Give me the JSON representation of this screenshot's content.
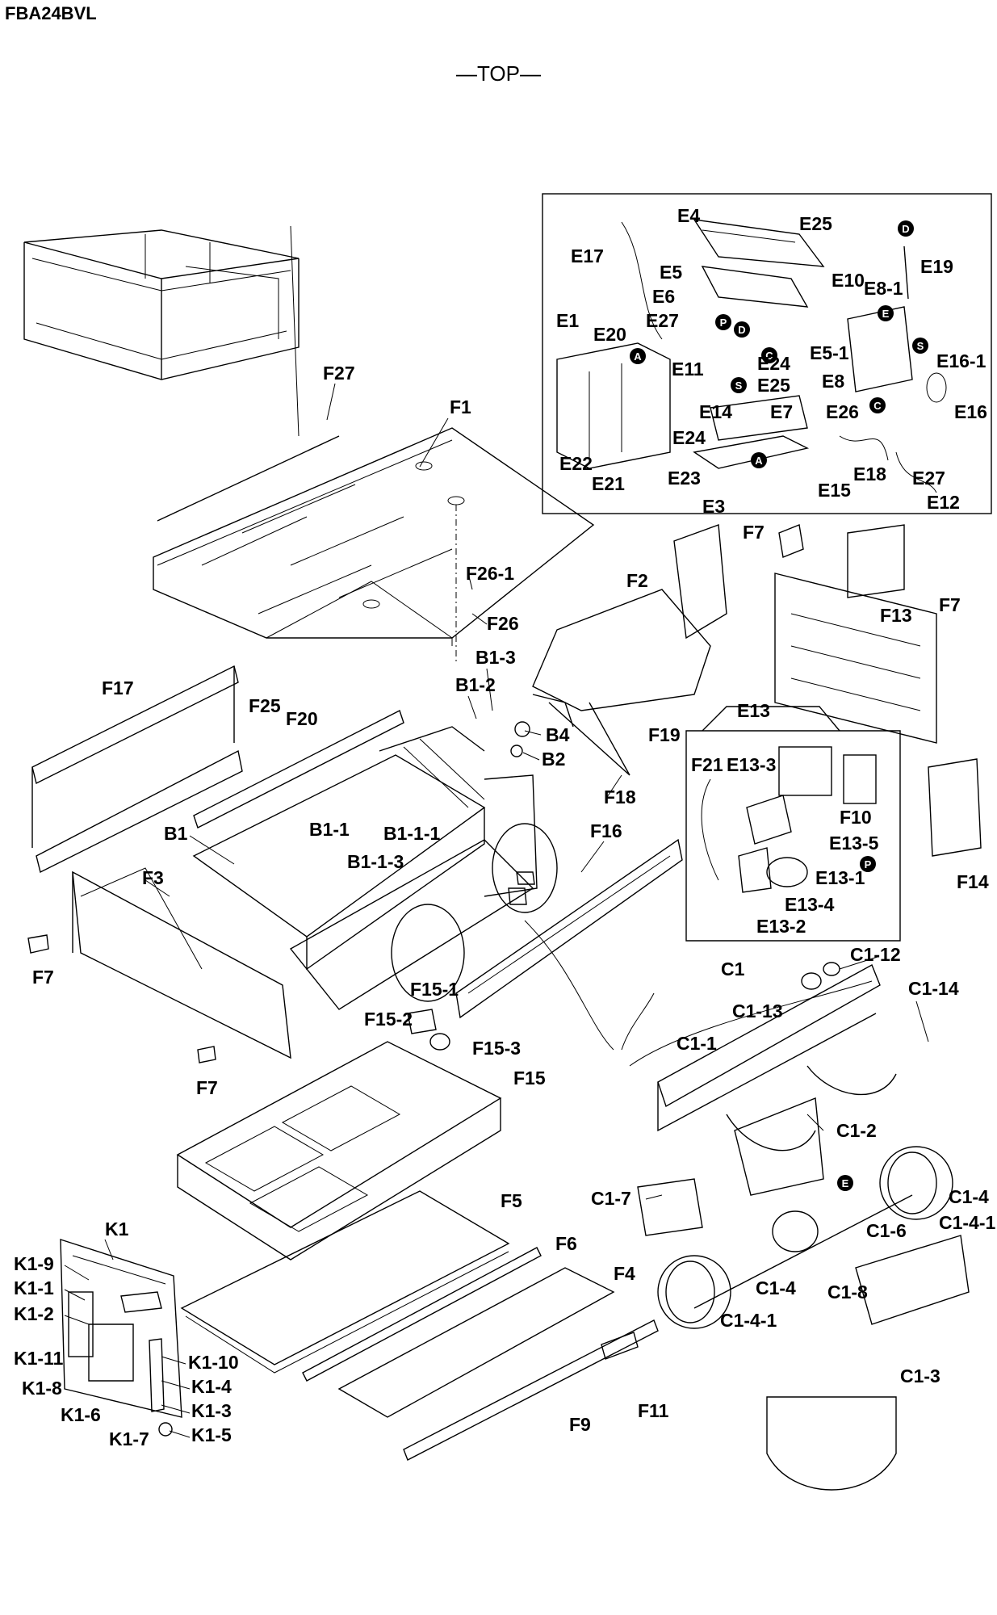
{
  "header": {
    "model": "FBA24BVL",
    "view_label": "—TOP—"
  },
  "labels": {
    "F27": "F27",
    "F1": "F1",
    "F26_1": "F26-1",
    "F26": "F26",
    "F17": "F17",
    "F25": "F25",
    "F20": "F20",
    "B1_3": "B1-3",
    "B1_2": "B1-2",
    "B4": "B4",
    "B2": "B2",
    "B1": "B1",
    "B1_1": "B1-1",
    "B1_1_1": "B1-1-1",
    "B1_1_3": "B1-1-3",
    "F3": "F3",
    "F7a": "F7",
    "F7b": "F7",
    "F7c": "F7",
    "F7d": "F7",
    "F16": "F16",
    "F18": "F18",
    "F19": "F19",
    "F2": "F2",
    "F13": "F13",
    "F15_1": "F15-1",
    "F15_2": "F15-2",
    "F15_3": "F15-3",
    "F15": "F15",
    "F5": "F5",
    "F6": "F6",
    "F4": "F4",
    "F9": "F9",
    "F11": "F11",
    "F14": "F14",
    "E4": "E4",
    "E25a": "E25",
    "E19": "E19",
    "E17": "E17",
    "E5": "E5",
    "E10": "E10",
    "E8_1": "E8-1",
    "E6": "E6",
    "E27a": "E27",
    "E1": "E1",
    "E20": "E20",
    "E24a": "E24",
    "E5_1": "E5-1",
    "E16_1": "E16-1",
    "E11": "E11",
    "E25b": "E25",
    "E8": "E8",
    "E14": "E14",
    "E7": "E7",
    "E26": "E26",
    "E16": "E16",
    "E24b": "E24",
    "E22": "E22",
    "E21": "E21",
    "E23": "E23",
    "E18": "E18",
    "E27b": "E27",
    "E15": "E15",
    "E3": "E3",
    "E12": "E12",
    "E13": "E13",
    "F21": "F21",
    "E13_3": "E13-3",
    "F10": "F10",
    "E13_5": "E13-5",
    "E13_1": "E13-1",
    "E13_4": "E13-4",
    "E13_2": "E13-2",
    "C1": "C1",
    "C1_12": "C1-12",
    "C1_14": "C1-14",
    "C1_13": "C1-13",
    "C1_1": "C1-1",
    "C1_2": "C1-2",
    "C1_7": "C1-7",
    "C1_4a": "C1-4",
    "C1_4_1a": "C1-4-1",
    "C1_6": "C1-6",
    "C1_4b": "C1-4",
    "C1_8": "C1-8",
    "C1_4_1b": "C1-4-1",
    "C1_3": "C1-3",
    "K1": "K1",
    "K1_9": "K1-9",
    "K1_1": "K1-1",
    "K1_2": "K1-2",
    "K1_11": "K1-11",
    "K1_8": "K1-8",
    "K1_6": "K1-6",
    "K1_7": "K1-7",
    "K1_10": "K1-10",
    "K1_4": "K1-4",
    "K1_3": "K1-3",
    "K1_5": "K1-5"
  },
  "markers": {
    "D": "D",
    "E": "E",
    "P": "P",
    "S": "S",
    "A": "A",
    "C": "C"
  }
}
